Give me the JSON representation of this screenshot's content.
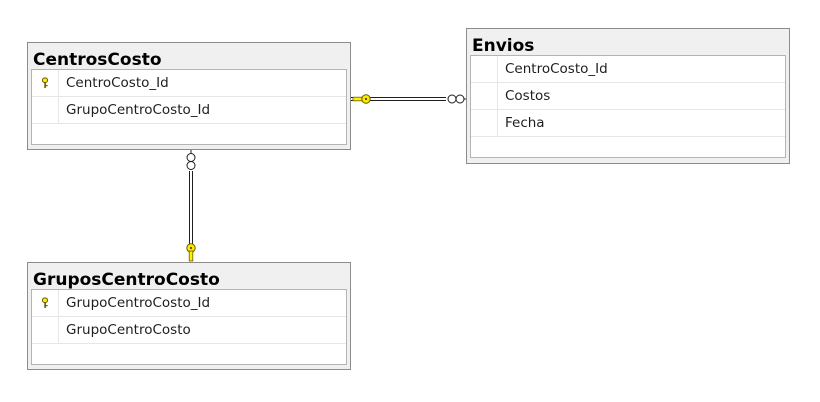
{
  "tables": {
    "centros": {
      "title": "CentrosCosto",
      "columns": [
        {
          "name": "CentroCosto_Id",
          "primary_key": true
        },
        {
          "name": "GrupoCentroCosto_Id",
          "primary_key": false
        }
      ]
    },
    "envios": {
      "title": "Envios",
      "columns": [
        {
          "name": "CentroCosto_Id",
          "primary_key": false
        },
        {
          "name": "Costos",
          "primary_key": false
        },
        {
          "name": "Fecha",
          "primary_key": false
        }
      ]
    },
    "grupos": {
      "title": "GruposCentroCosto",
      "columns": [
        {
          "name": "GrupoCentroCosto_Id",
          "primary_key": true
        },
        {
          "name": "GrupoCentroCosto",
          "primary_key": false
        }
      ]
    }
  },
  "relationships": [
    {
      "from": "CentrosCosto",
      "to": "Envios",
      "one_side": "CentrosCosto",
      "many_side": "Envios"
    },
    {
      "from": "GruposCentroCosto",
      "to": "CentrosCosto",
      "one_side": "GruposCentroCosto",
      "many_side": "CentrosCosto"
    }
  ],
  "colors": {
    "key_yellow": "#ffee00",
    "line": "#1e1e1e",
    "header_bg": "#f0f0f0"
  },
  "icons": {
    "primary_key": "key-icon"
  }
}
